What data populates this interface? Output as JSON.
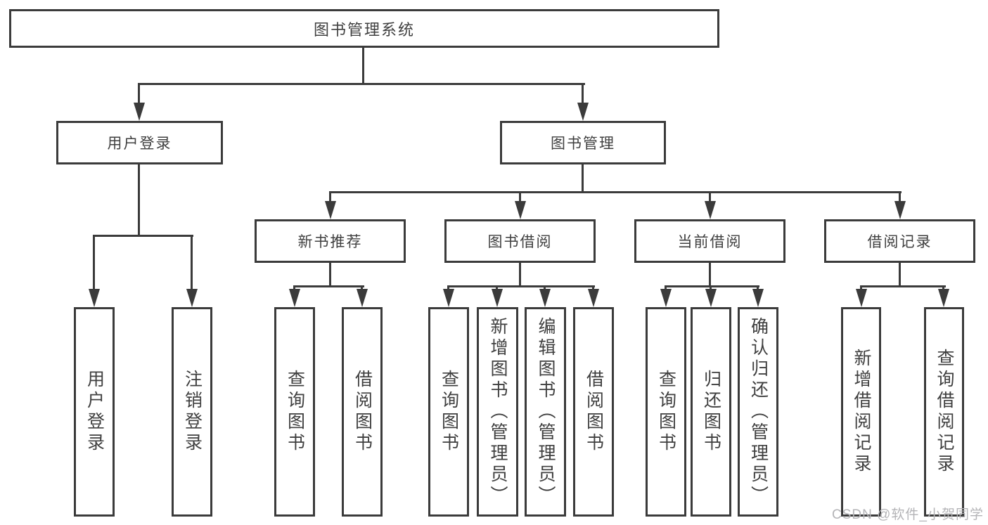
{
  "title": {
    "label": "图书管理系统"
  },
  "level2": [
    {
      "label": "用户登录",
      "parent": "图书管理系统"
    },
    {
      "label": "图书管理",
      "parent": "图书管理系统"
    }
  ],
  "level3": [
    {
      "label": "新书推荐",
      "parent": "图书管理"
    },
    {
      "label": "图书借阅",
      "parent": "图书管理"
    },
    {
      "label": "当前借阅",
      "parent": "图书管理"
    },
    {
      "label": "借阅记录",
      "parent": "图书管理"
    }
  ],
  "leaves": [
    {
      "label": "用户登录",
      "parent": "用户登录"
    },
    {
      "label": "注销登录",
      "parent": "用户登录"
    },
    {
      "label": "查询图书",
      "parent": "新书推荐"
    },
    {
      "label": "借阅图书",
      "parent": "新书推荐"
    },
    {
      "label": "查询图书",
      "parent": "图书借阅"
    },
    {
      "label": "新增图书（管理员）",
      "parent": "图书借阅"
    },
    {
      "label": "编辑图书（管理员）",
      "parent": "图书借阅"
    },
    {
      "label": "借阅图书",
      "parent": "图书借阅"
    },
    {
      "label": "查询图书",
      "parent": "当前借阅"
    },
    {
      "label": "归还图书",
      "parent": "当前借阅"
    },
    {
      "label": "确认归还（管理员）",
      "parent": "当前借阅"
    },
    {
      "label": "新增借阅记录",
      "parent": "借阅记录"
    },
    {
      "label": "查询借阅记录",
      "parent": "借阅记录"
    }
  ],
  "watermark": "CSDN @软件_小贺同学",
  "colors": {
    "line": "#3b3b3b",
    "text": "#3f3f3f",
    "watermark": "#b4b4b7",
    "background": "#ffffff"
  }
}
